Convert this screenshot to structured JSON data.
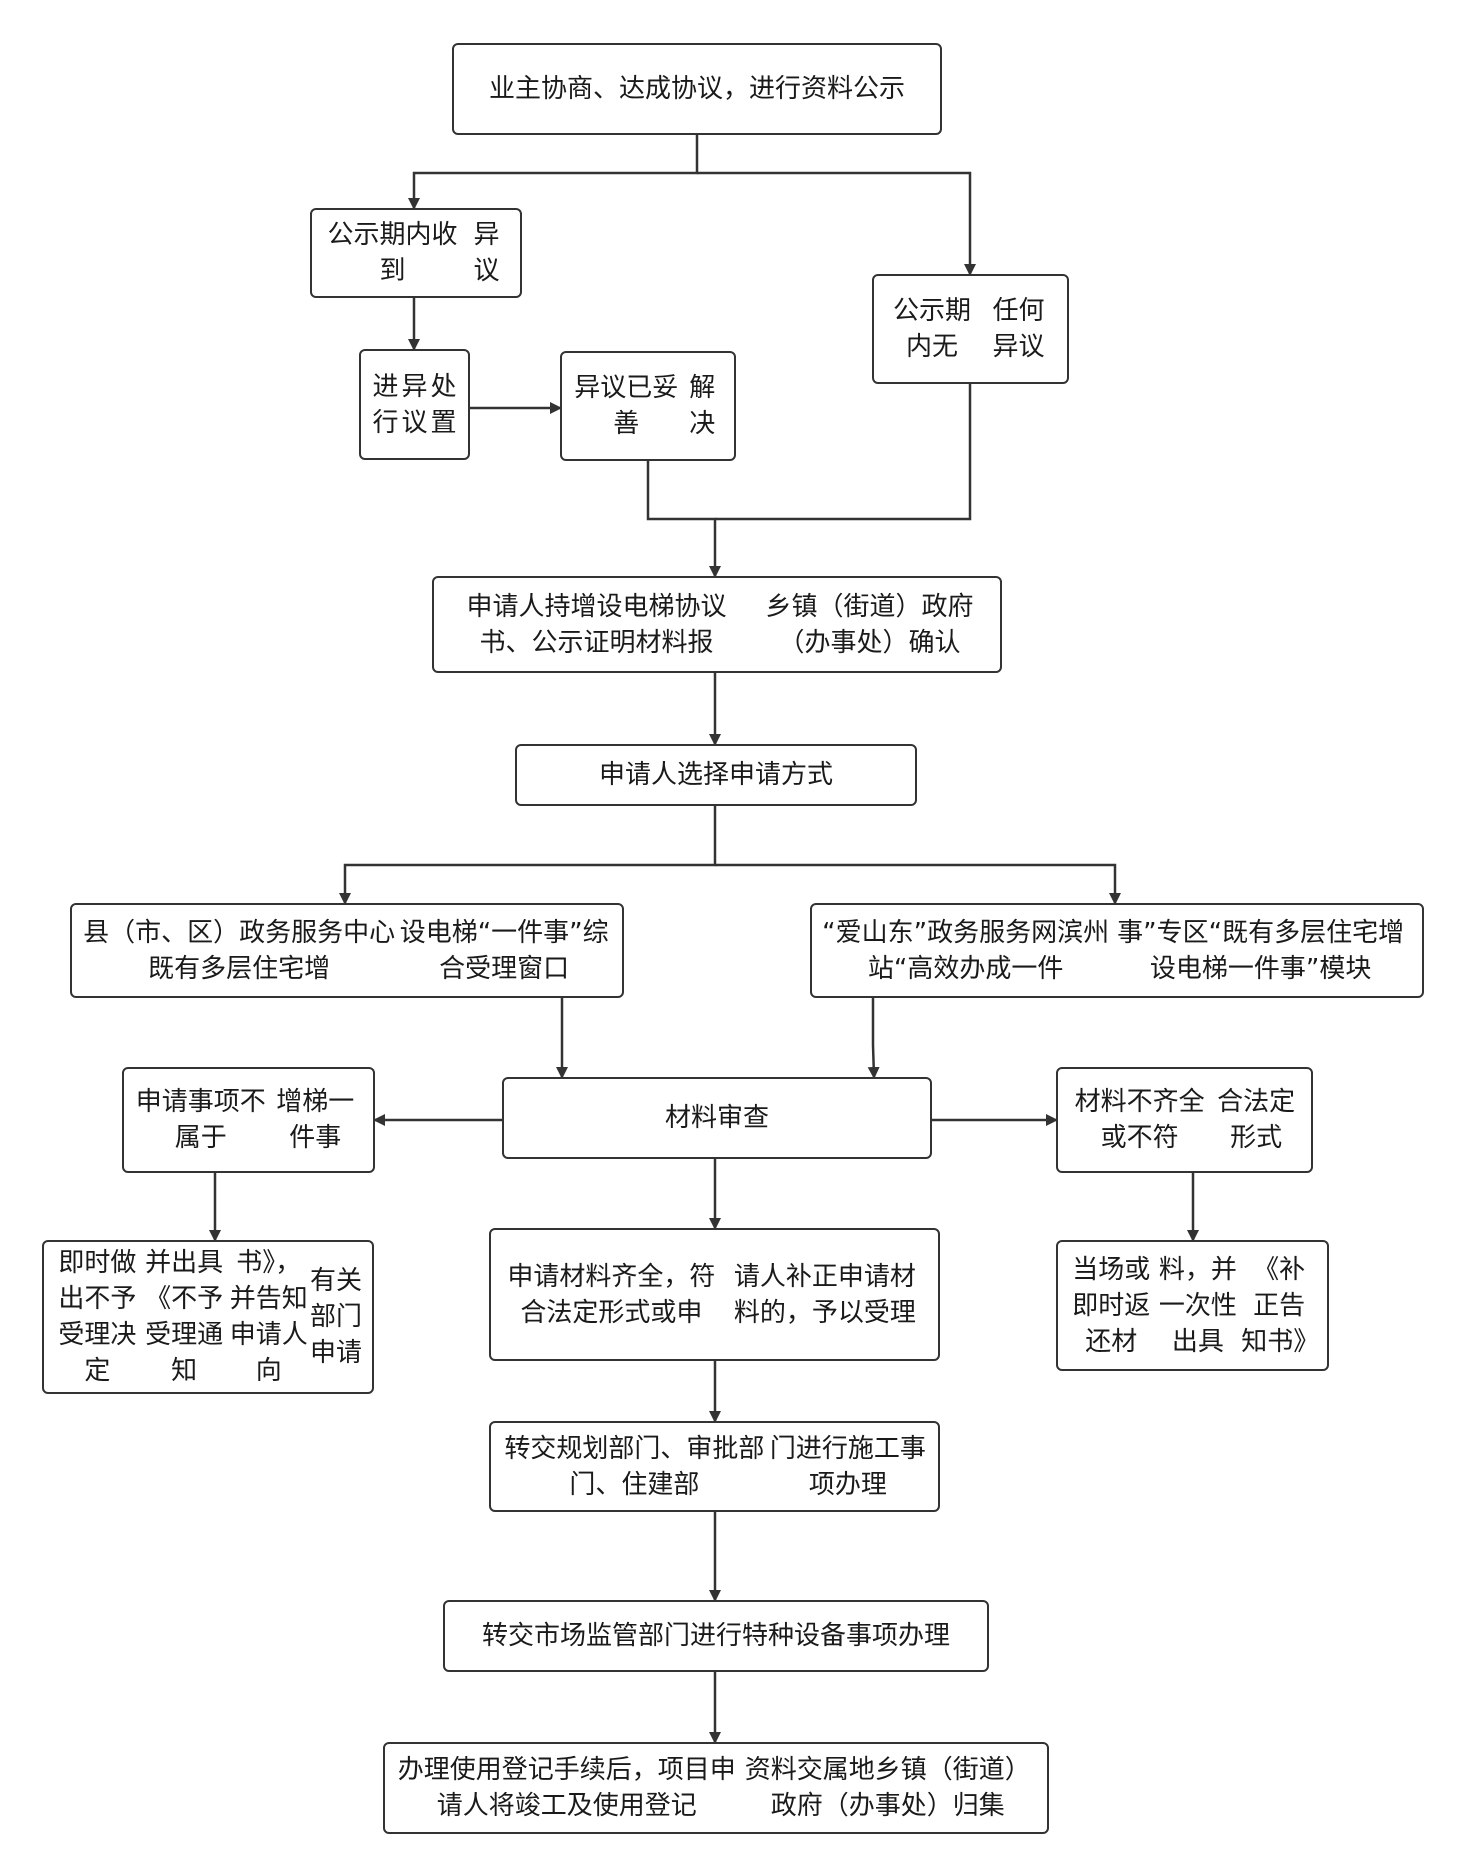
{
  "nodes": {
    "negotiate": [
      "业主协商、达成协议，进行资料公示"
    ],
    "objection_received": [
      "公示期内收到",
      "异议"
    ],
    "no_objection": [
      "公示期内无",
      "任何异议"
    ],
    "handle_objection": [
      "进行",
      "异议",
      "处置"
    ],
    "objection_resolved": [
      "异议已妥善",
      "解决"
    ],
    "submit_confirm": [
      "申请人持增设电梯协议书、公示证明材料报",
      "乡镇（街道）政府（办事处）确认"
    ],
    "choose_method": [
      "申请人选择申请方式"
    ],
    "window": [
      "县（市、区）政务服务中心既有多层住宅增",
      "设电梯“一件事”综合受理窗口"
    ],
    "online": [
      "“爱山东”政务服务网滨州站“高效办成一件",
      "事”专区“既有多层住宅增设电梯一件事”模块"
    ],
    "review": [
      "材料审查"
    ],
    "not_applicable": [
      "申请事项不属于",
      "增梯一件事"
    ],
    "incomplete": [
      "材料不齐全或不符",
      "合法定形式"
    ],
    "reject": [
      "即时做出不予受理决定",
      "并出具《不予受理通知",
      "书》，并告知申请人向",
      "有关部门申请"
    ],
    "accept": [
      "申请材料齐全，符合法定形式或申",
      "请人补正申请材料的，予以受理"
    ],
    "return_materials": [
      "当场或即时返还材",
      "料，并一次性出具",
      "《补正告知书》"
    ],
    "transfer_planning": [
      "转交规划部门、审批部门、住建部",
      "门进行施工事项办理"
    ],
    "transfer_market": [
      "转交市场监管部门进行特种设备事项办理"
    ],
    "registration": [
      "办理使用登记手续后，项目申请人将竣工及使用登记",
      "资料交属地乡镇（街道）政府（办事处）归集"
    ]
  }
}
